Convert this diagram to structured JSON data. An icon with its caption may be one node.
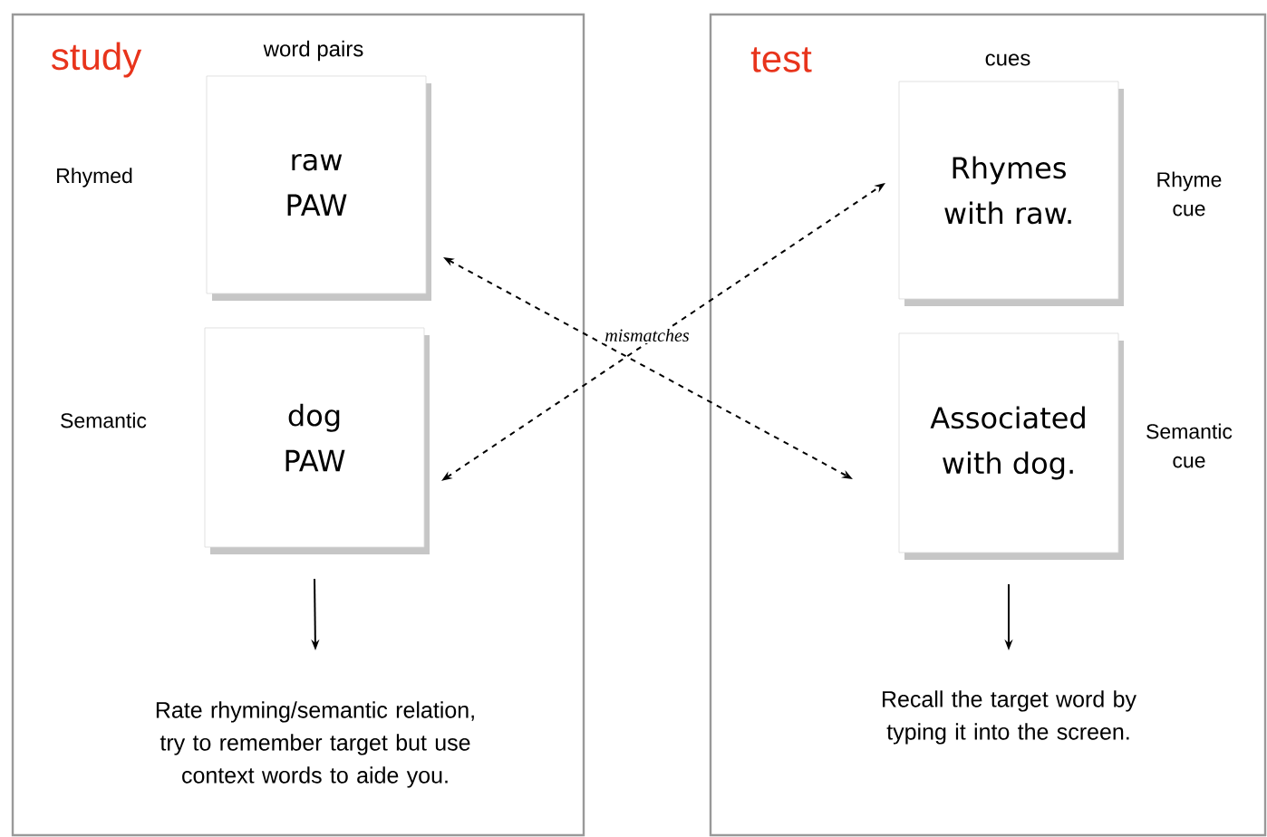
{
  "diagram": {
    "nodes": [
      {
        "text": [
          "study"
        ]
      },
      {
        "text": [
          "raw PAW"
        ],
        "in": 0,
        "beside": [
          "Rhymed"
        ]
      },
      {
        "text": [
          "dog PAW"
        ],
        "in": 0,
        "beside": [
          "Semantic"
        ]
      },
      {
        "text": [
          "Rate rhyming/semantic relation, try to remember target but use context words to aide you."
        ],
        "in": 0
      },
      {
        "text": [
          "test"
        ]
      },
      {
        "text": [
          "Rhymes with raw."
        ],
        "in": 4,
        "beside": [
          "Rhyme cue"
        ]
      },
      {
        "text": [
          "Associated with dog."
        ],
        "in": 4,
        "beside": [
          "Semantic cue"
        ]
      },
      {
        "text": [
          "Recall the target word by typing it into the screen."
        ],
        "in": 4
      }
    ],
    "edges": [
      {
        "from": 1,
        "to": 6,
        "arrow": "both",
        "style": "dashed"
      },
      {
        "from": 2,
        "to": 5,
        "arrow": "both",
        "style": "dashed"
      },
      {
        "from": 2,
        "to": 3,
        "arrow": "to"
      },
      {
        "from": 6,
        "to": 7,
        "arrow": "to"
      }
    ],
    "labels": [
      "word pairs",
      "cues",
      "mismatches"
    ]
  }
}
